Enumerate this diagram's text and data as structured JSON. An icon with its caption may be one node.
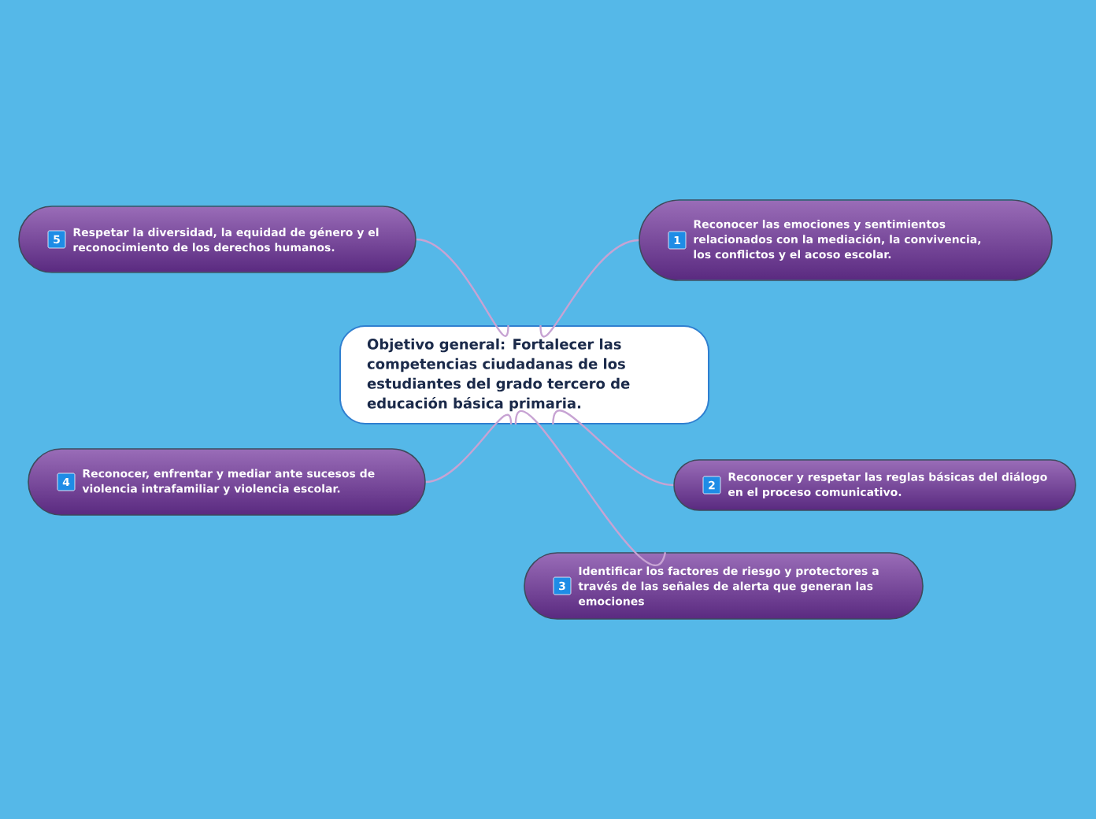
{
  "diagram": {
    "nodes": [
      {
        "text": [
          "Objetivo general: Fortalecer las competencias ciudadanas de los estudiantes del grado tercero de educación básica primaria."
        ]
      },
      {
        "text": [
          "1",
          "Reconocer las emociones y sentimientos relacionados con la mediación, la convivencia, los conflictos y el acoso escolar."
        ]
      },
      {
        "text": [
          "2",
          "Reconocer y respetar las reglas básicas del diálogo en el proceso comunicativo."
        ]
      },
      {
        "text": [
          "3",
          "Identificar los factores de riesgo y protectores a través de las señales de alerta que generan las emociones"
        ]
      },
      {
        "text": [
          "4",
          "Reconocer, enfrentar y mediar ante sucesos de violencia intrafamiliar y violencia escolar."
        ]
      },
      {
        "text": [
          "5",
          "Respetar la diversidad, la equidad de género y el reconocimiento de los derechos humanos."
        ]
      }
    ],
    "edges": [
      {
        "from": 0,
        "to": 1,
        "arrow": "none"
      },
      {
        "from": 0,
        "to": 2,
        "arrow": "none"
      },
      {
        "from": 0,
        "to": 3,
        "arrow": "none"
      },
      {
        "from": 0,
        "to": 4,
        "arrow": "none"
      },
      {
        "from": 0,
        "to": 5,
        "arrow": "none"
      }
    ]
  }
}
